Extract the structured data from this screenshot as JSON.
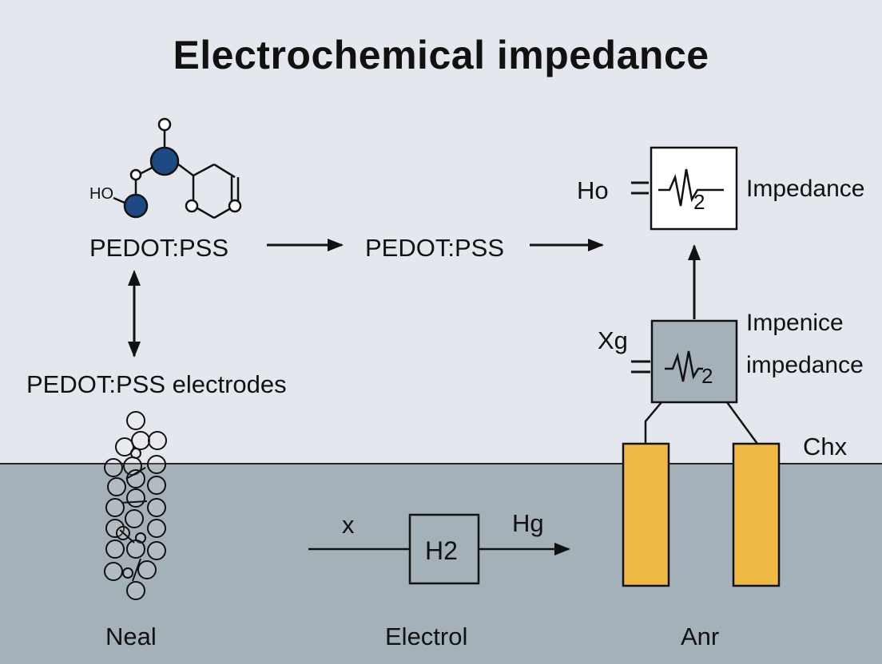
{
  "title": "Electrochemical impedance",
  "colors": {
    "background": "#e4e7ee",
    "ground": "#a5b1b8",
    "accent_blue": "#1d4a85",
    "bar_yellow": "#f0b943",
    "box_gray": "#a5b1b8"
  },
  "molecule": {
    "ho_label": "HO"
  },
  "labels": {
    "pedot_1": "PEDOT:PSS",
    "pedot_2": "PEDOT:PSS",
    "pedot_electrodes": "PEDOT:PSS electrodes",
    "ho_left": "Ho",
    "impedance": "Impedance",
    "xg": "Xg",
    "impenice": "Impenice",
    "impedance_2": "impedance",
    "chx": "Chx",
    "x": "x",
    "hg": "Hg",
    "h2_box": "H2",
    "neal": "Neal",
    "electrol": "Electrol",
    "anr": "Anr"
  },
  "impedance_box_top": {
    "text": "2"
  },
  "impedance_box_mid": {
    "text": "2"
  }
}
